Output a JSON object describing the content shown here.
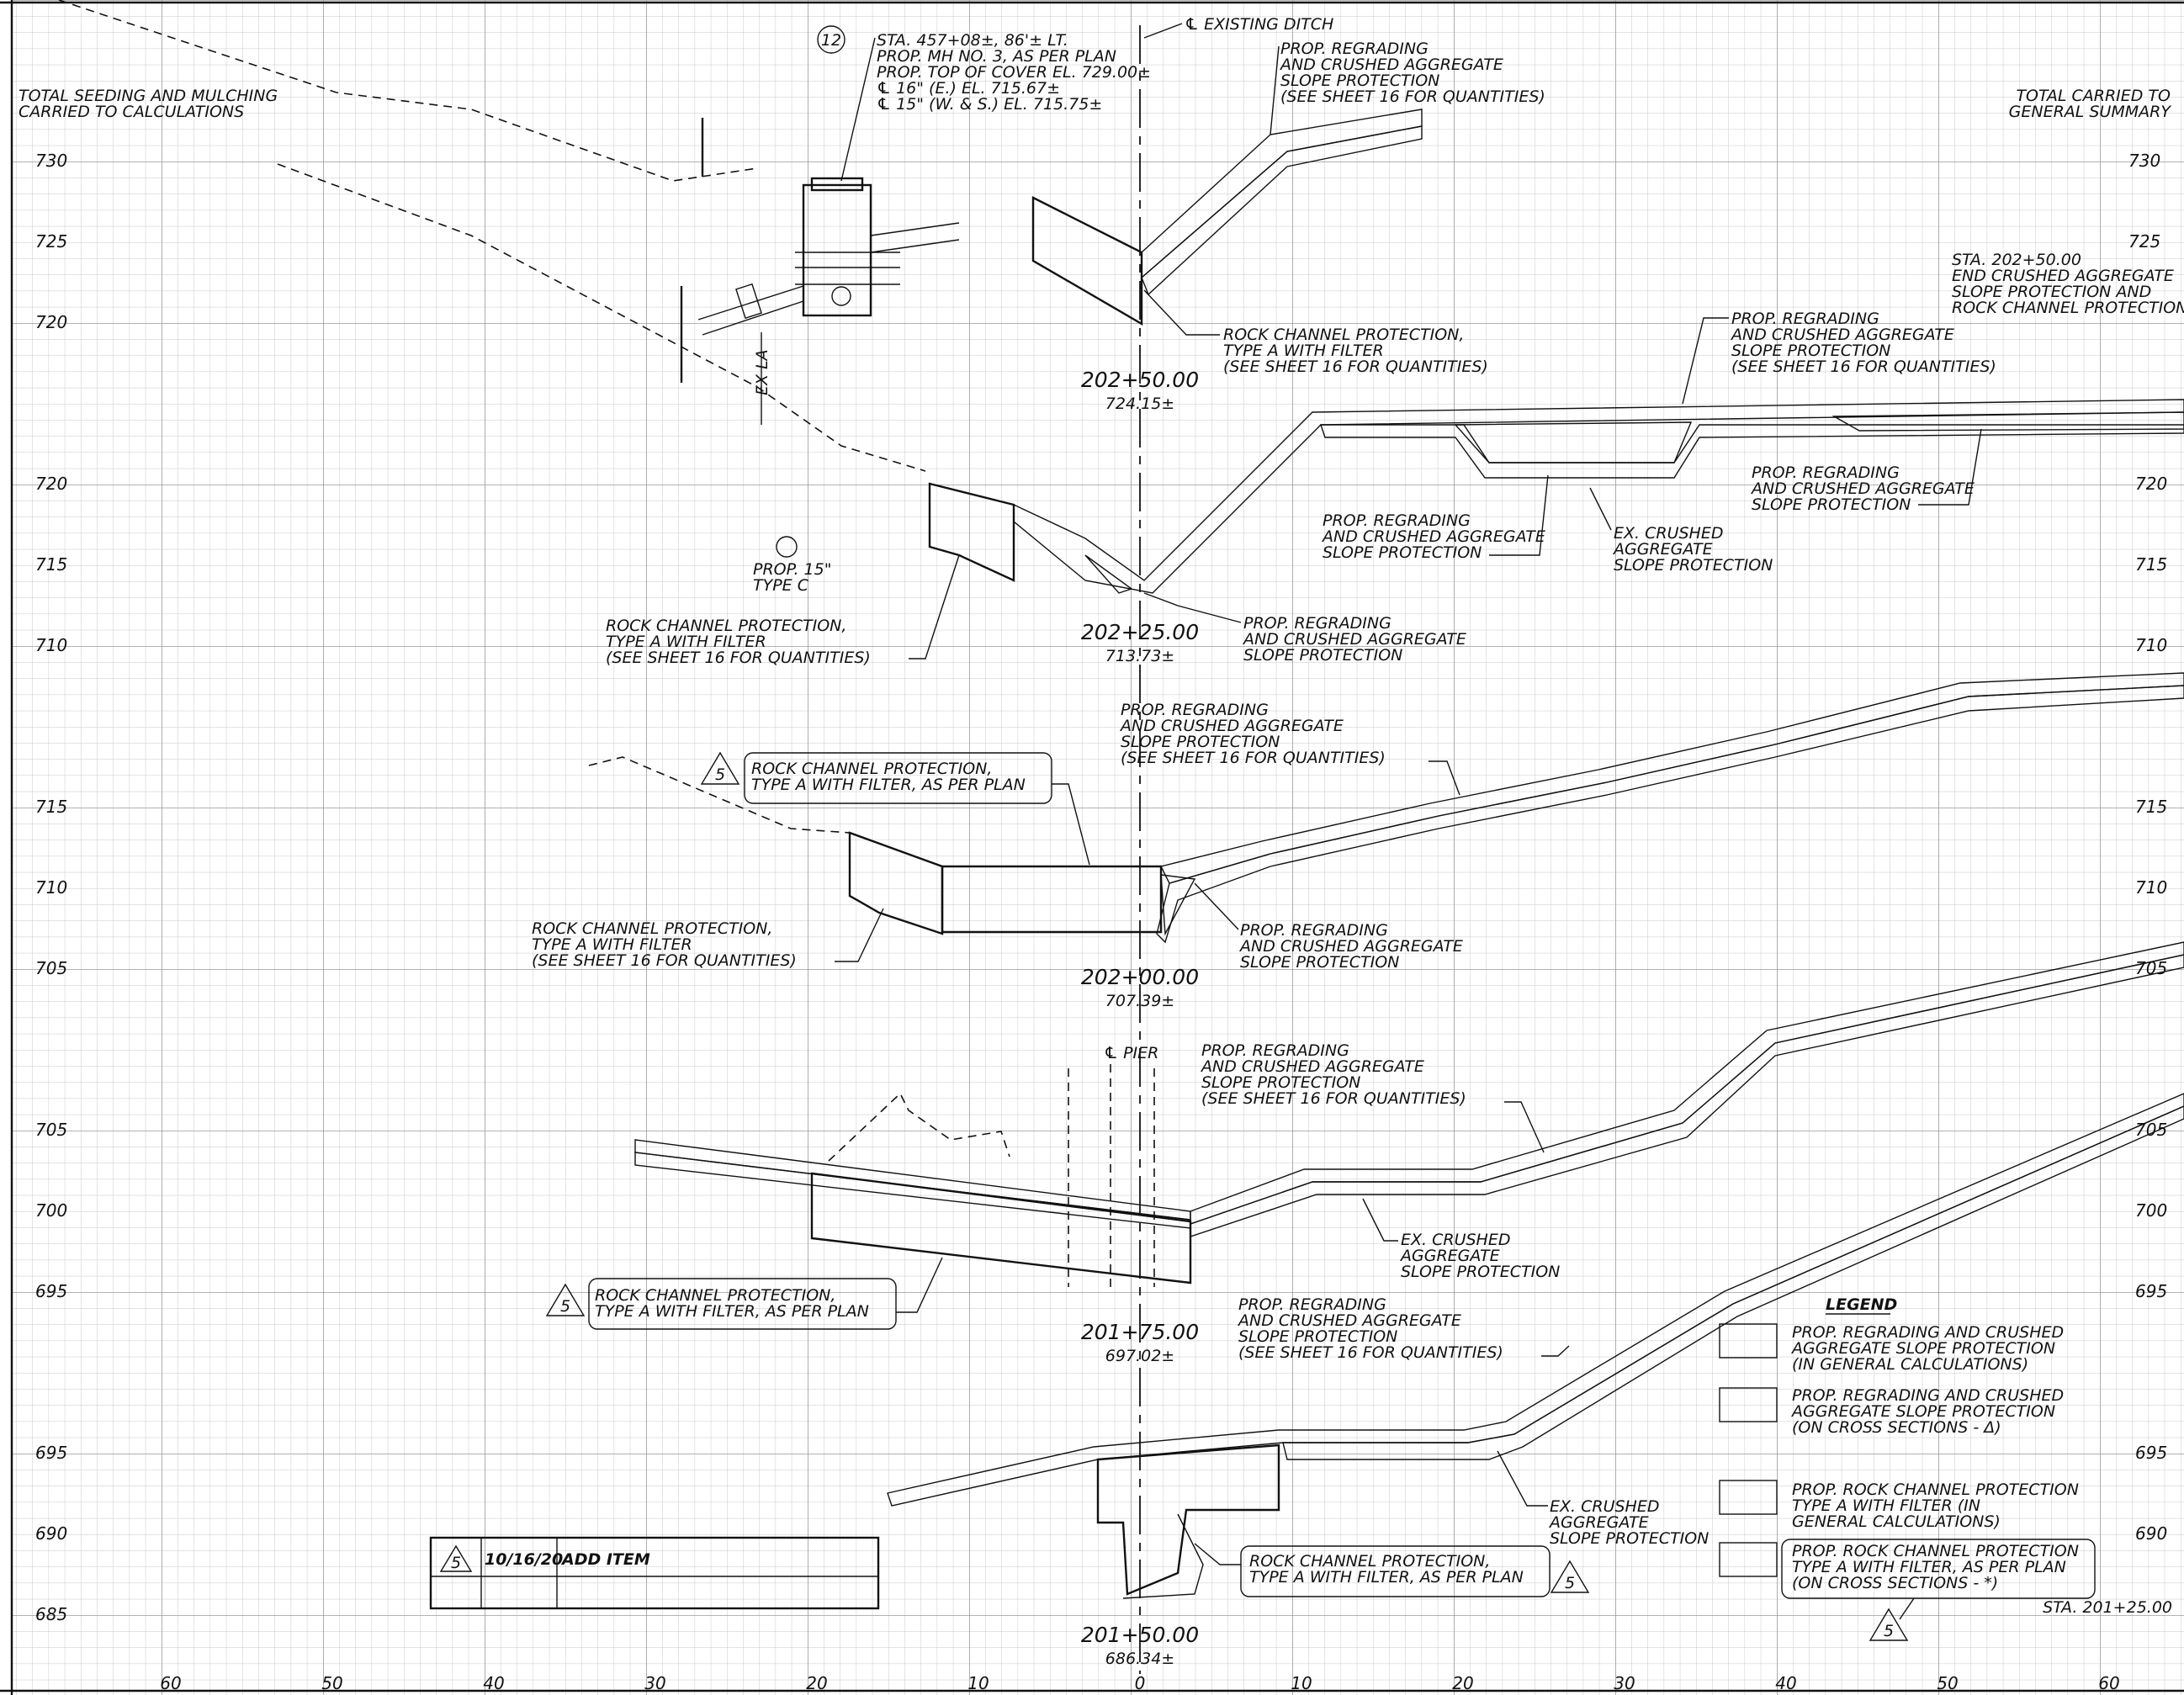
{
  "sheet": {
    "left_note": "TOTAL SEEDING AND MULCHING\nCARRIED TO CALCULATIONS",
    "right_note": "TOTAL CARRIED TO\nGENERAL SUMMARY",
    "x_axis_ticks": [
      "60",
      "50",
      "40",
      "30",
      "20",
      "10",
      "0",
      "10",
      "20",
      "30",
      "40",
      "50",
      "60"
    ]
  },
  "sections": [
    {
      "station": "202+50.00",
      "elevation": "724.15±",
      "elev_ticks": [
        "730",
        "725",
        "720"
      ],
      "notes": [
        "STA. 457+08±, 86'± LT.\nPROP. MH NO. 3, AS PER PLAN\nPROP. TOP OF COVER EL. 729.00±\n℄ 16\" (E.) EL. 715.67±\n℄ 15\" (W. & S.) EL. 715.75±",
        "℄ EXISTING DITCH",
        "PROP. REGRADING\nAND CRUSHED AGGREGATE\nSLOPE PROTECTION\n(SEE SHEET  16   FOR QUANTITIES)",
        "ROCK CHANNEL PROTECTION,\nTYPE A WITH FILTER\n(SEE SHEET  16   FOR QUANTITIES)",
        "STA. 202+50.00\nEND CRUSHED AGGREGATE\nSLOPE PROTECTION AND\nROCK CHANNEL PROTECTION",
        "EX LA"
      ],
      "callout": "12"
    },
    {
      "station": "202+25.00",
      "elevation": "713.73±",
      "elev_ticks": [
        "720",
        "715",
        "710"
      ],
      "notes": [
        "PROP. REGRADING\nAND CRUSHED AGGREGATE\nSLOPE PROTECTION\n(SEE SHEET  16   FOR QUANTITIES)",
        "PROP. REGRADING\nAND CRUSHED AGGREGATE\nSLOPE PROTECTION",
        "EX. CRUSHED\nAGGREGATE\nSLOPE PROTECTION",
        "PROP. REGRADING\nAND CRUSHED AGGREGATE\nSLOPE PROTECTION",
        "PROP. 15\"\nTYPE C",
        "ROCK CHANNEL PROTECTION,\nTYPE A WITH FILTER\n(SEE SHEET  16   FOR QUANTITIES)",
        "PROP. REGRADING\nAND CRUSHED AGGREGATE\nSLOPE PROTECTION"
      ]
    },
    {
      "station": "202+00.00",
      "elevation": "707.39±",
      "elev_ticks": [
        "715",
        "710",
        "705"
      ],
      "notes": [
        "PROP. REGRADING\nAND CRUSHED AGGREGATE\nSLOPE PROTECTION\n(SEE SHEET  16   FOR QUANTITIES)",
        "ROCK CHANNEL PROTECTION,\nTYPE A WITH FILTER, AS PER PLAN",
        "ROCK CHANNEL PROTECTION,\nTYPE A WITH FILTER\n(SEE SHEET  16   FOR QUANTITIES)",
        "PROP. REGRADING\nAND CRUSHED AGGREGATE\nSLOPE PROTECTION"
      ]
    },
    {
      "station": "201+75.00",
      "elevation": "697.02±",
      "elev_ticks": [
        "705",
        "700",
        "695"
      ],
      "notes": [
        "℄ PIER",
        "PROP. REGRADING\nAND CRUSHED AGGREGATE\nSLOPE PROTECTION\n(SEE SHEET  16   FOR QUANTITIES)",
        "EX. CRUSHED\nAGGREGATE\nSLOPE PROTECTION",
        "ROCK CHANNEL PROTECTION,\nTYPE A WITH FILTER, AS PER PLAN"
      ]
    },
    {
      "station": "201+50.00",
      "elevation": "686.34±",
      "elev_ticks": [
        "695",
        "690",
        "685"
      ],
      "notes": [
        "PROP. REGRADING\nAND CRUSHED AGGREGATE\nSLOPE PROTECTION\n(SEE SHEET  16   FOR QUANTITIES)",
        "EX. CRUSHED\nAGGREGATE\nSLOPE PROTECTION",
        "ROCK CHANNEL PROTECTION,\nTYPE A WITH FILTER, AS PER PLAN",
        "STA. 201+25.00"
      ]
    }
  ],
  "revision": {
    "symbol": "5",
    "date": "10/16/20",
    "description": "ADD ITEM"
  },
  "legend": {
    "title": "LEGEND",
    "items": [
      "PROP. REGRADING AND CRUSHED\nAGGREGATE SLOPE PROTECTION\n(IN GENERAL CALCULATIONS)",
      "PROP. REGRADING AND CRUSHED\nAGGREGATE SLOPE PROTECTION\n(ON CROSS SECTIONS - Δ)",
      "PROP. ROCK CHANNEL PROTECTION\nTYPE A WITH FILTER (IN\nGENERAL CALCULATIONS)",
      "PROP. ROCK CHANNEL PROTECTION\nTYPE A WITH FILTER, AS PER PLAN\n(ON CROSS SECTIONS - *)"
    ]
  }
}
